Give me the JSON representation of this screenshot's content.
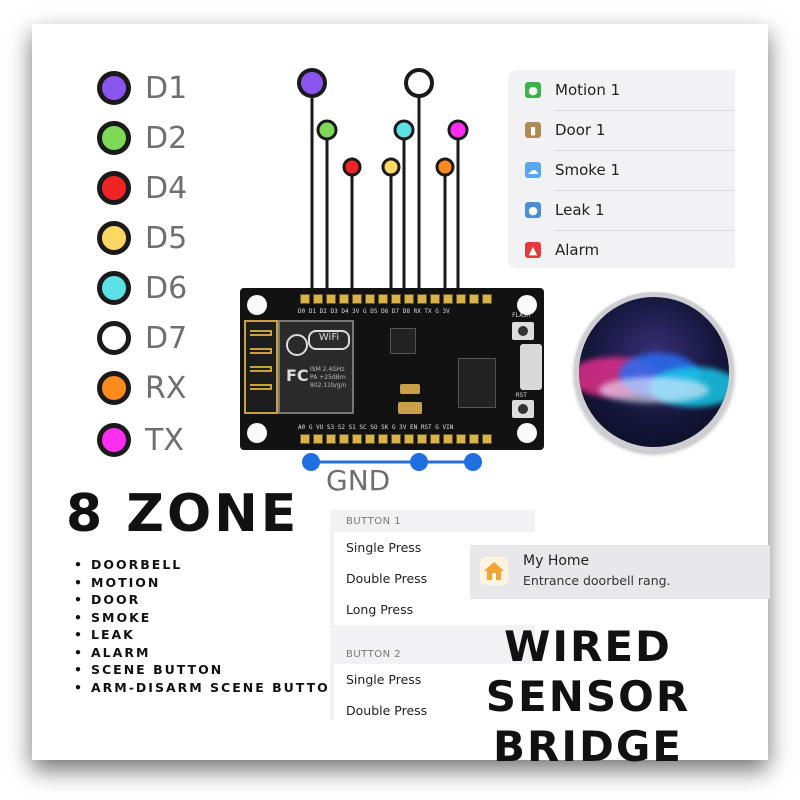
{
  "pins": [
    {
      "label": "D1",
      "color": "#8a55ee"
    },
    {
      "label": "D2",
      "color": "#7ed957"
    },
    {
      "label": "D4",
      "color": "#f02424"
    },
    {
      "label": "D5",
      "color": "#ffd864"
    },
    {
      "label": "D6",
      "color": "#5ce1e6"
    },
    {
      "label": "D7",
      "color": "#ffffff"
    },
    {
      "label": "RX",
      "color": "#ff8a1e"
    },
    {
      "label": "TX",
      "color": "#ff2df0"
    }
  ],
  "gnd_label": "GND",
  "gnd_color": "#1f6fe0",
  "board": {
    "top_pins": "A0 G VU S3 S2 S1 SC SO SK G 3V EN RST G VIN",
    "bottom_pins": "D0 D1 D2 D3 D4 3V G D5 D6 D7 D8 RX TX G 3V",
    "wifi": "WiFi",
    "fc": "FC",
    "module_text": "ISM 2.4GHz PA +25dBm 802.11b/g/n",
    "flash": "FLASH",
    "rst": "RST"
  },
  "accessories": [
    {
      "label": "Motion 1",
      "icon": "motion-icon",
      "color": "#3bb54a"
    },
    {
      "label": "Door 1",
      "icon": "door-icon",
      "color": "#b08a55"
    },
    {
      "label": "Smoke 1",
      "icon": "smoke-icon",
      "color": "#57a7f2"
    },
    {
      "label": "Leak 1",
      "icon": "leak-icon",
      "color": "#4a8fd8"
    },
    {
      "label": "Alarm",
      "icon": "alarm-icon",
      "color": "#e23a3a"
    }
  ],
  "zone_title": "8 ZONE",
  "features": [
    "DOORBELL",
    "MOTION",
    "DOOR",
    "SMOKE",
    "LEAK",
    "ALARM",
    "SCENE BUTTON",
    "ARM-DISARM SCENE BUTTON"
  ],
  "button_panel": {
    "sections": [
      {
        "header": "BUTTON 1",
        "options": [
          "Single Press",
          "Double Press",
          "Long Press"
        ]
      },
      {
        "header": "BUTTON 2",
        "options": [
          "Single Press",
          "Double Press"
        ]
      }
    ]
  },
  "notification": {
    "title": "My Home",
    "body": "Entrance doorbell rang.",
    "icon": "home-icon"
  },
  "headline": {
    "line1": "WIRED SENSOR",
    "line2": "BRIDGE"
  }
}
